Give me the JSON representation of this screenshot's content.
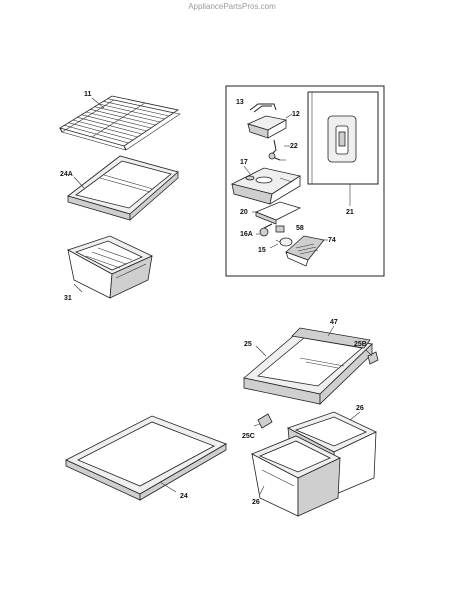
{
  "watermark": "AppliancePartsPros.com",
  "labels": {
    "l11": "11",
    "l24A": "24A",
    "l31": "31",
    "l13": "13",
    "l12": "12",
    "l22": "22",
    "l17": "17",
    "l20": "20",
    "l58": "58",
    "l16A": "16A",
    "l15": "15",
    "l74": "74",
    "l21": "21",
    "l47": "47",
    "l25": "25",
    "l25B": "25B",
    "l26a": "26",
    "l25C": "25C",
    "l26b": "26",
    "l24": "24"
  }
}
